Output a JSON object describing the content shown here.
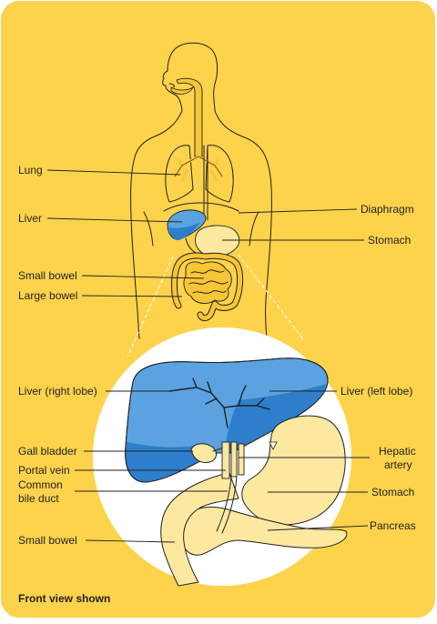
{
  "colors": {
    "background": "#fdd34c",
    "liver": "#5aa3e0",
    "liver_dark": "#2d7fcb",
    "organ_yellow": "#fde8a0",
    "bowel": "#f6c637",
    "airway": "#f6c637",
    "inset_circle": "#ffffff",
    "line": "#231f20"
  },
  "labels": {
    "lung": "Lung",
    "liver": "Liver",
    "diaphragm": "Diaphragm",
    "stomach_top": "Stomach",
    "small_bowel_top": "Small bowel",
    "large_bowel": "Large bowel",
    "liver_right_lobe": "Liver (right lobe)",
    "liver_left_lobe": "Liver (left lobe)",
    "gall_bladder": "Gall bladder",
    "hepatic_artery_line1": "Hepatic",
    "hepatic_artery_line2": "artery",
    "portal_vein": "Portal vein",
    "common_bile_duct_line1": "Common",
    "common_bile_duct_line2": "bile duct",
    "stomach_bottom": "Stomach",
    "pancreas": "Pancreas",
    "small_bowel_bottom": "Small bowel"
  },
  "caption": "Front view shown"
}
